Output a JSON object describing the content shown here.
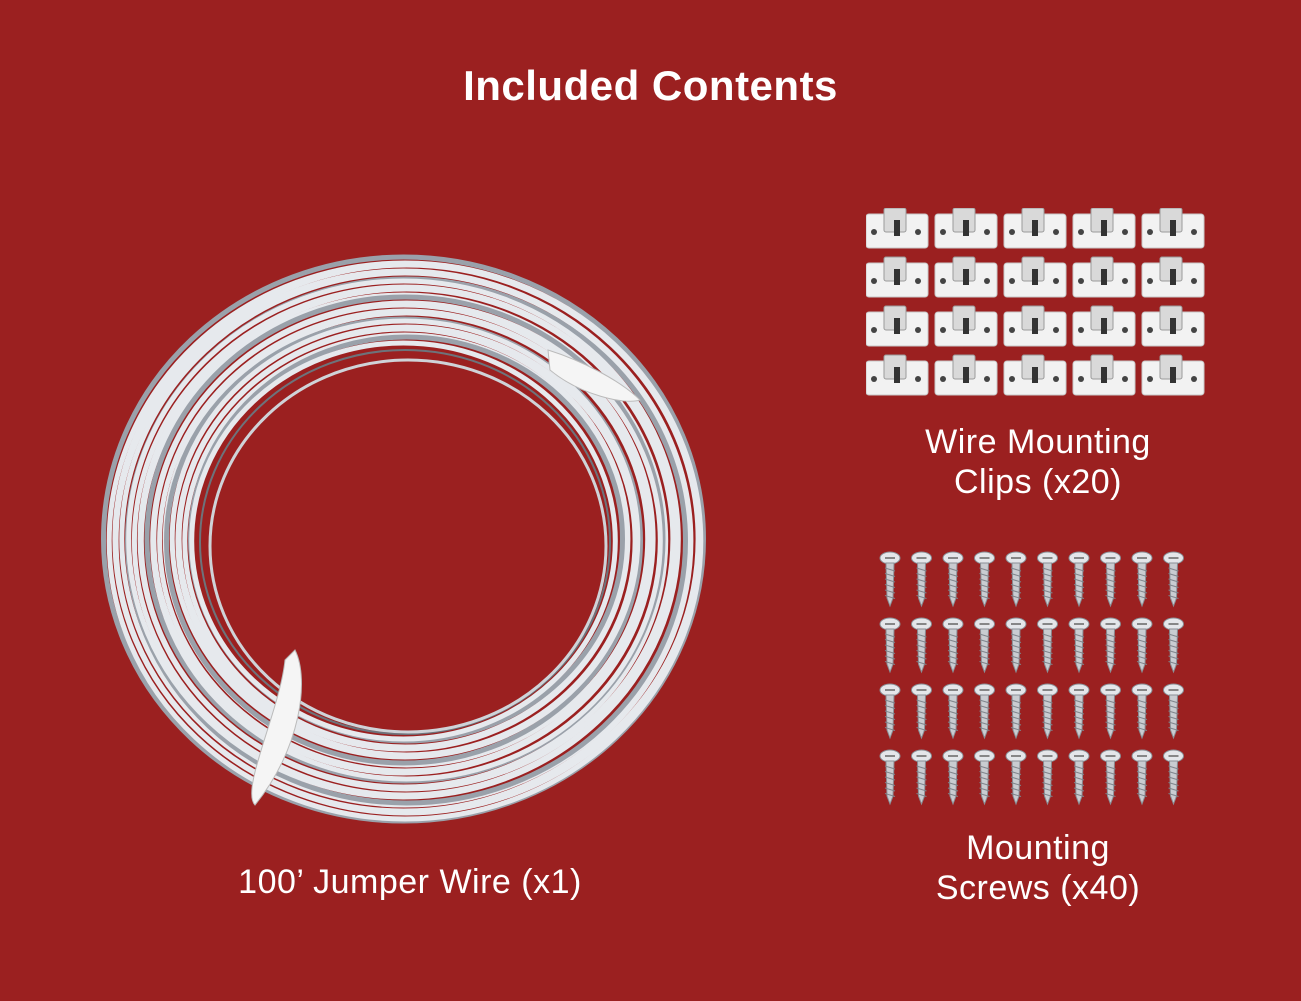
{
  "page": {
    "title": "Included Contents",
    "background_color": "#9b2020"
  },
  "items": [
    {
      "id": "jumper-wire",
      "label": "100’ Jumper Wire (x1)",
      "icon": "wire-coil-icon",
      "quantity": 1
    },
    {
      "id": "mounting-clips",
      "label_line1": "Wire Mounting",
      "label_line2": "Clips (x20)",
      "icon": "mounting-clip-icon",
      "quantity": 20
    },
    {
      "id": "mounting-screws",
      "label_line1": "Mounting",
      "label_line2": "Screws (x40)",
      "icon": "screw-icon",
      "quantity": 40
    }
  ]
}
